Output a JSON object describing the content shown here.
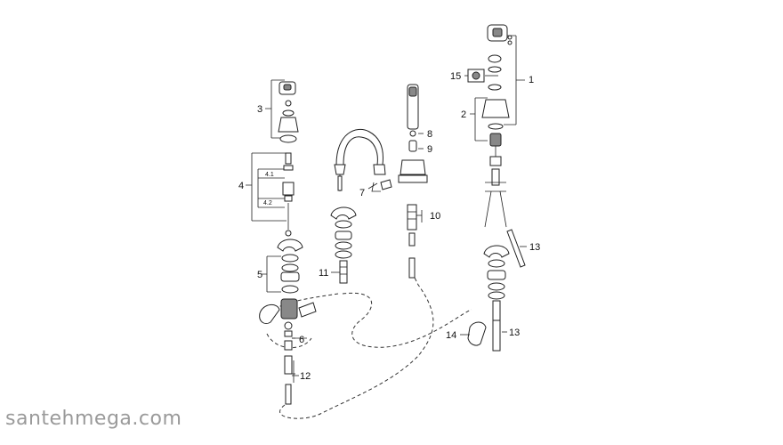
{
  "diagram": {
    "callouts": [
      "1",
      "2",
      "3",
      "4",
      "4.1",
      "4.2",
      "5",
      "6",
      "7",
      "8",
      "9",
      "10",
      "11",
      "12",
      "13",
      "13",
      "14",
      "15"
    ]
  },
  "watermark": "santehmega.com"
}
